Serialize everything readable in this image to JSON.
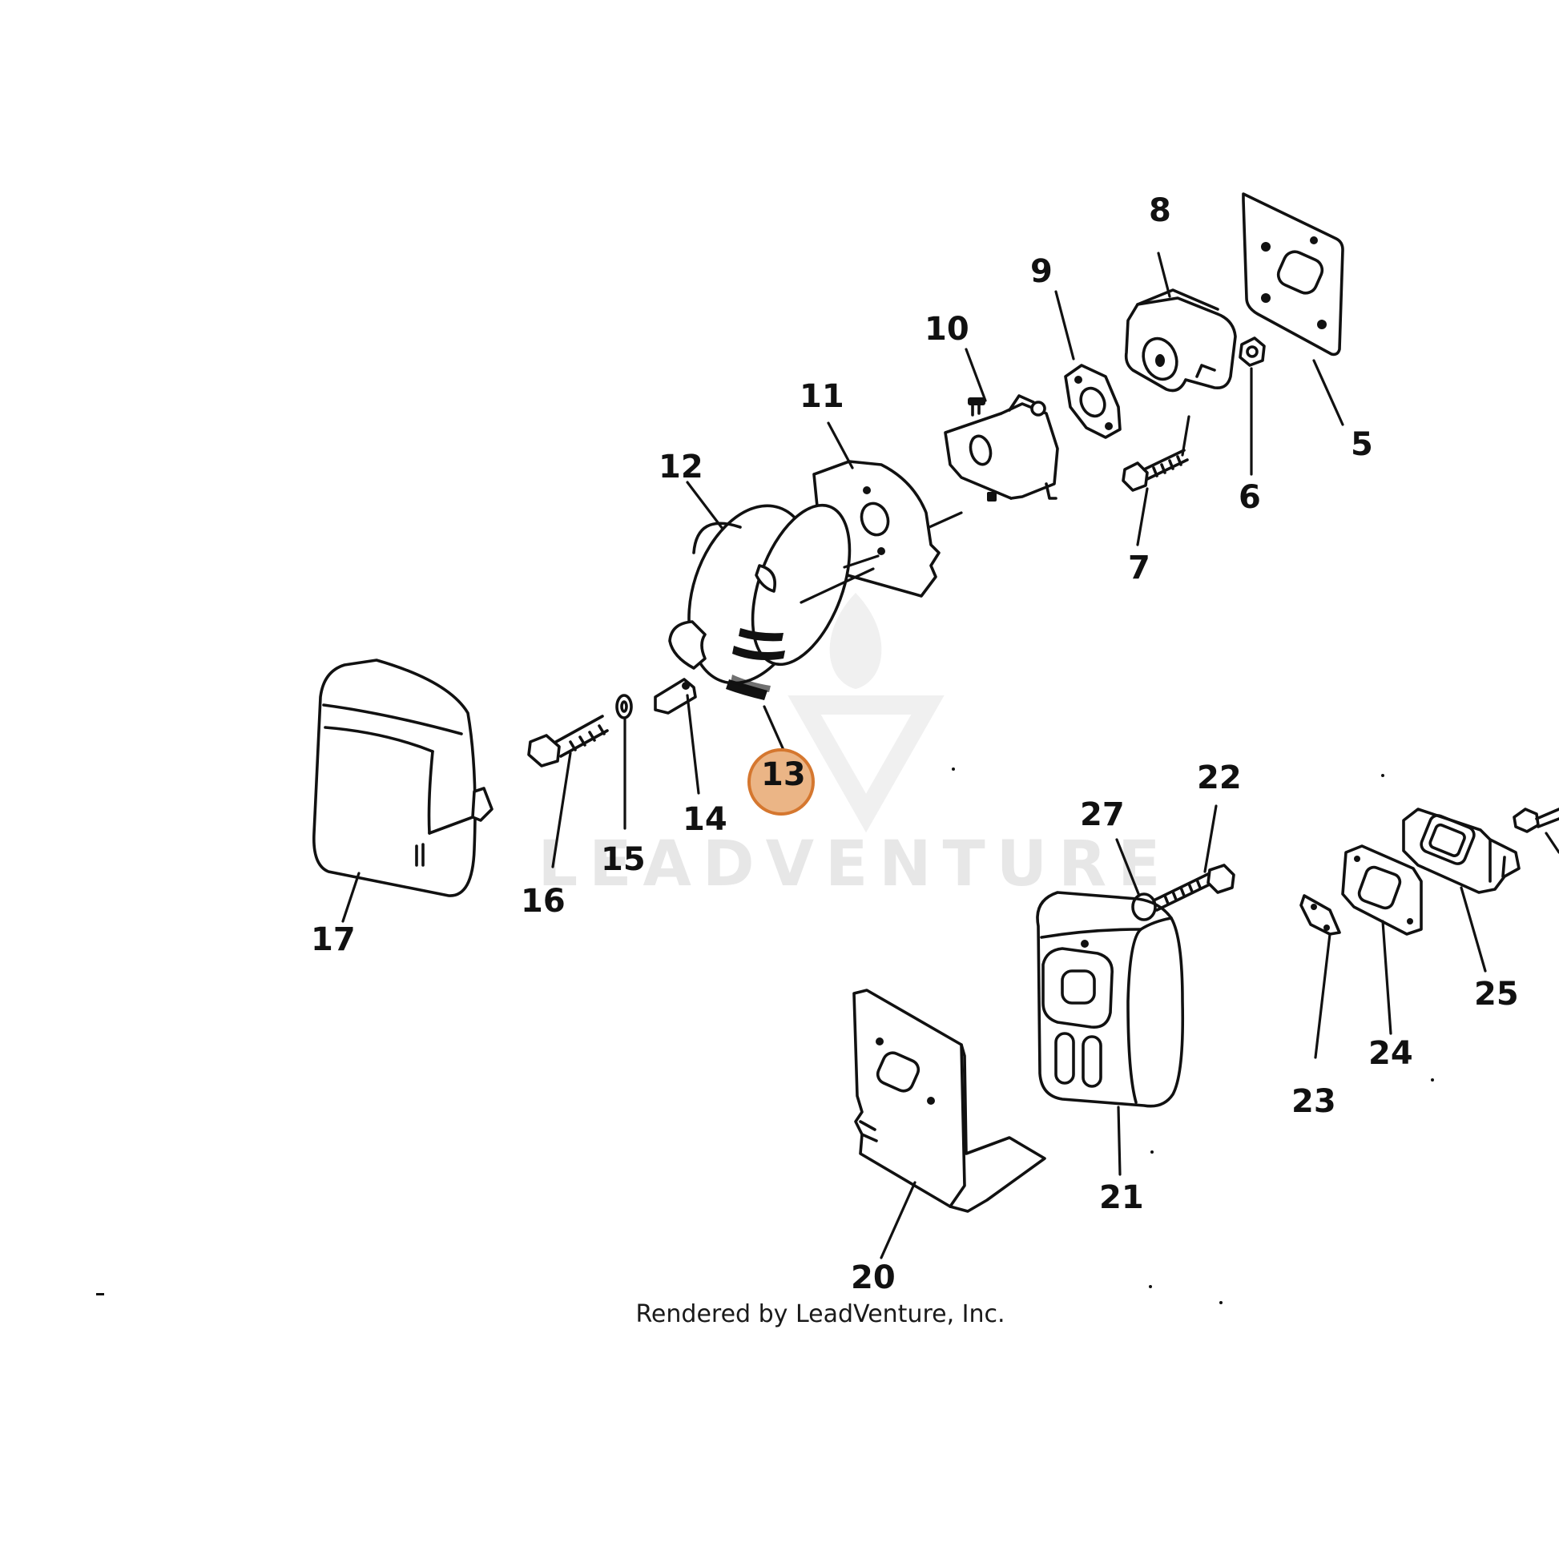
{
  "diagram": {
    "part_labels": [
      "5",
      "6",
      "7",
      "8",
      "9",
      "10",
      "11",
      "12",
      "13",
      "14",
      "15",
      "16",
      "17",
      "20",
      "21",
      "22",
      "23",
      "24",
      "25",
      "27"
    ],
    "highlighted_part": "13",
    "highlight_color": "#e6a268"
  },
  "watermark": {
    "text": "LEADVENTURE"
  },
  "credit": "Rendered by LeadVenture, Inc."
}
